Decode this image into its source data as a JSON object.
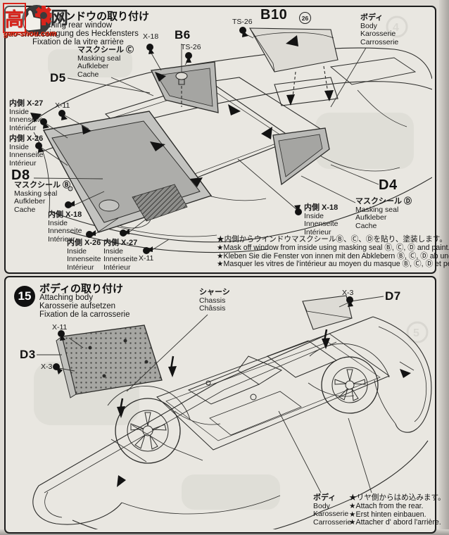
{
  "watermark": {
    "char1": "高",
    "char2": "网",
    "domain": "gao-shou.com"
  },
  "panel1": {
    "title": {
      "jp": "ウインドウの取り付け",
      "en": "Attaching rear window",
      "de": "Anbringung des Heckfensters",
      "fr": "Fixation de la vitre arrière"
    },
    "parts": {
      "d5": "D5",
      "d8": "D8",
      "d4": "D4",
      "b6": "B6",
      "b10": "B10"
    },
    "paint": {
      "ts26": "TS-26",
      "x18": "X-18",
      "x11": "X-11"
    },
    "circled_26": "26",
    "seal_words": {
      "en": "Masking seal",
      "de": "Aufkleber",
      "fr": "Cache"
    },
    "seal_c_jp": "マスクシール Ⓒ",
    "seal_b_jp": "マスクシール Ⓑ",
    "seal_d_jp": "マスクシール Ⓓ",
    "inside_words": {
      "en": "Inside",
      "de": "Innenseite",
      "fr": "Intérieur"
    },
    "inside_x27_jp": "内側 X-27",
    "inside_x26_jp": "内側 X-26",
    "inside_x18_jp": "内側 X-18",
    "body_label": {
      "jp": "ボディ",
      "en": "Body",
      "de": "Karosserie",
      "fr": "Carrosserie"
    },
    "notes": [
      "★内側からウインドウマスクシールⒷ、Ⓒ、Ⓓを貼り、塗装します。",
      "★Mask off window from inside using masking seal Ⓑ, Ⓒ, Ⓓ and paint.",
      "★Kleben Sie die Fenster von innen mit den Abklebern Ⓑ, Ⓒ, Ⓓ ab und lackieren.",
      "★Masquer les vitres de l'intérieur au moyen du masque Ⓑ, Ⓒ, Ⓓ et peindre."
    ]
  },
  "panel2": {
    "step_number": "15",
    "title": {
      "jp": "ボディの取り付け",
      "en": "Attaching body",
      "de": "Karosserie aufsetzen",
      "fr": "Fixation de la carrosserie"
    },
    "chassis_label": {
      "jp": "シャーシ",
      "en": "Chassis",
      "fr": "Châssis"
    },
    "parts": {
      "d3": "D3",
      "d7": "D7"
    },
    "paint": {
      "x3": "X-3",
      "x11": "X-11"
    },
    "body_label": {
      "jp": "ボディ",
      "en": "Body",
      "de": "Karosserie",
      "fr": "Carrosserie"
    },
    "notes": [
      "★リヤ側からはめ込みます。",
      "★Attach from the rear.",
      "★Erst hinten einbauen.",
      "★Attacher d' abord l'arrière."
    ]
  }
}
